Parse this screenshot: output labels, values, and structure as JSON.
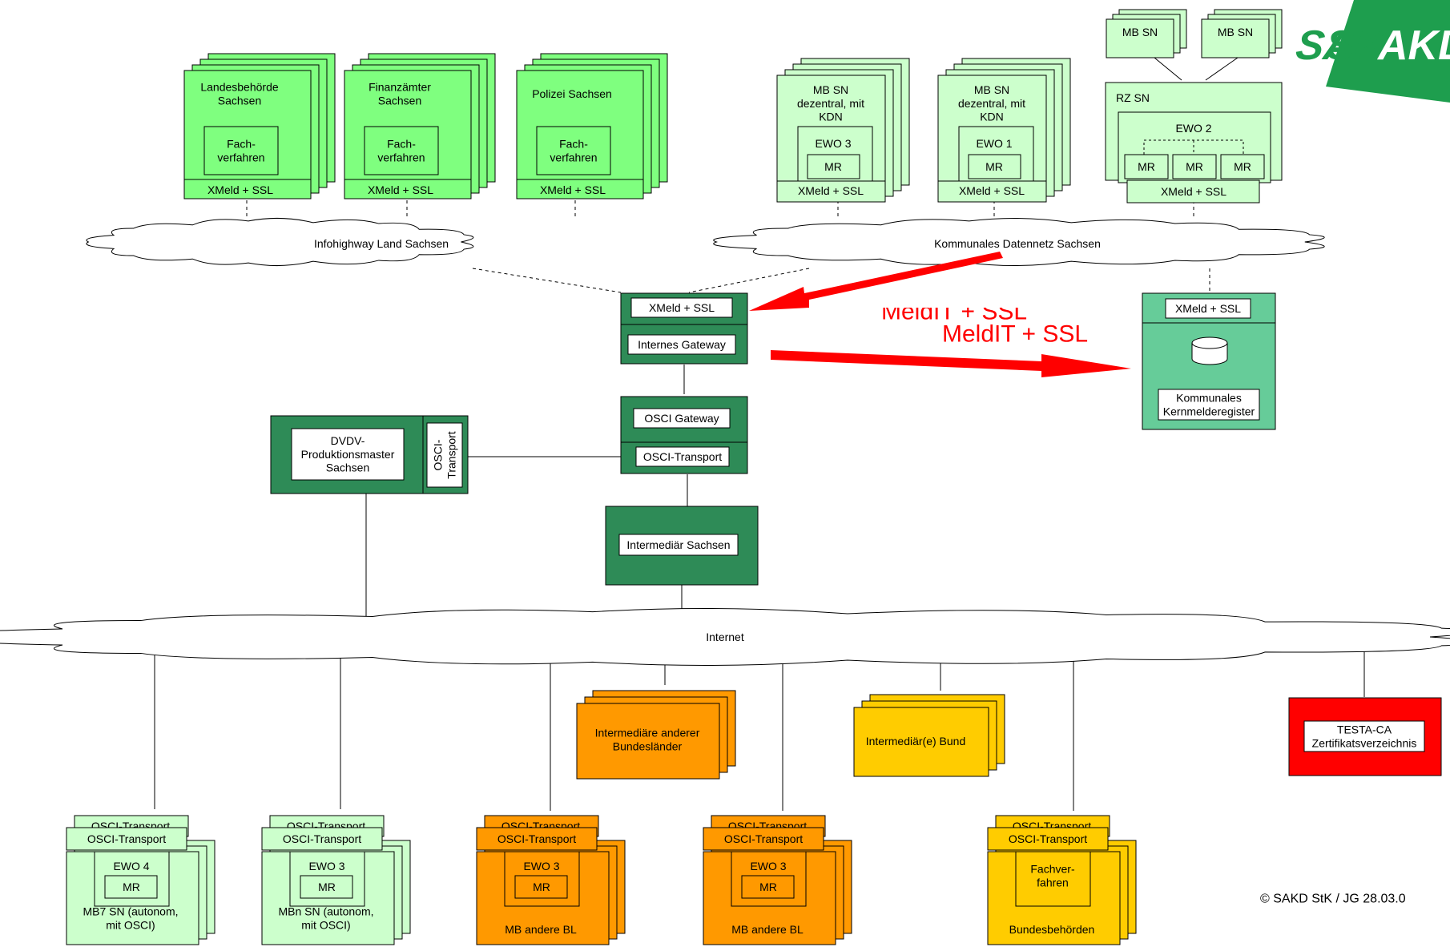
{
  "logo": {
    "text": "SAKD"
  },
  "colors": {
    "green_bright": "#7FFF7F",
    "green_pale": "#CCFFCC",
    "green_dark": "#2E8B57",
    "green_mid": "#66CC99",
    "orange": "#FF9900",
    "yellow": "#FFCC00",
    "red": "#FF0000",
    "red_arrow": "#FF0000"
  },
  "landes": [
    {
      "title": "Landesbehörde\nSachsen",
      "inner": "Fach-\nverfahren",
      "footer": "XMeld + SSL"
    },
    {
      "title": "Finanzämter\nSachsen",
      "inner": "Fach-\nverfahren",
      "footer": "XMeld + SSL"
    },
    {
      "title": "Polizei Sachsen",
      "inner": "Fach-\nverfahren",
      "footer": "XMeld + SSL"
    }
  ],
  "komm": [
    {
      "title": "MB SN\ndezentral, mit\nKDN",
      "ewo": "EWO 3",
      "mr": "MR",
      "footer": "XMeld + SSL"
    },
    {
      "title": "MB SN\ndezentral, mit\nKDN",
      "ewo": "EWO 1",
      "mr": "MR",
      "footer": "XMeld + SSL"
    }
  ],
  "rz": {
    "mb_boxes": [
      "MB SN",
      "MB SN"
    ],
    "title": "RZ SN",
    "ewo": "EWO 2",
    "mr": [
      "MR",
      "MR",
      "MR"
    ],
    "footer": "XMeld + SSL"
  },
  "clouds": {
    "infohighway": "Infohighway Land Sachsen",
    "kdn": "Kommunales Datennetz Sachsen",
    "internet": "Internet"
  },
  "gateway": {
    "top": "XMeld + SSL",
    "bottom": "Internes Gateway"
  },
  "osci_gateway": {
    "top": "OSCI Gateway",
    "bottom": "OSCI-Transport"
  },
  "dvdv": {
    "title": "DVDV-\nProduktionsmaster\nSachsen",
    "side": "OSCI-\nTransport"
  },
  "intermediaer_sachsen": "Intermediär Sachsen",
  "kmr": {
    "top": "XMeld + SSL",
    "label": "Kommunales\nKernmelderegister"
  },
  "meldit": {
    "faded": "MeldIT + SSL",
    "main": "MeldIT + SSL"
  },
  "intermediaere_bl": "Intermediäre anderer\nBundesländer",
  "intermediaer_bund": "Intermediär(e) Bund",
  "testa": "TESTA-CA\nZertifikatsverzeichnis",
  "bottom": [
    {
      "header": "OSCI-Transport",
      "back": "OSCI-Transport",
      "ewo": "EWO 4",
      "mr": "MR",
      "label": "MB7 SN (autonom,\nmit OSCI)"
    },
    {
      "header": "OSCI-Transport",
      "back": "OSCI-Transport",
      "ewo": "EWO 3",
      "mr": "MR",
      "label": "MBn SN (autonom,\nmit OSCI)"
    },
    {
      "header": "OSCI-Transport",
      "back": "OSCI-Transport",
      "ewo": "EWO 3",
      "mr": "MR",
      "label": "MB andere BL"
    },
    {
      "header": "OSCI-Transport",
      "back": "OSCI-Transport",
      "ewo": "EWO 3",
      "mr": "MR",
      "label": "MB andere BL"
    },
    {
      "header": "OSCI-Transport",
      "back": "OSCI-Transport",
      "ewo": "Fachver-\nfahren",
      "mr": "",
      "label": "Bundesbehörden"
    }
  ],
  "copyright": "© SAKD StK / JG 28.03.0"
}
